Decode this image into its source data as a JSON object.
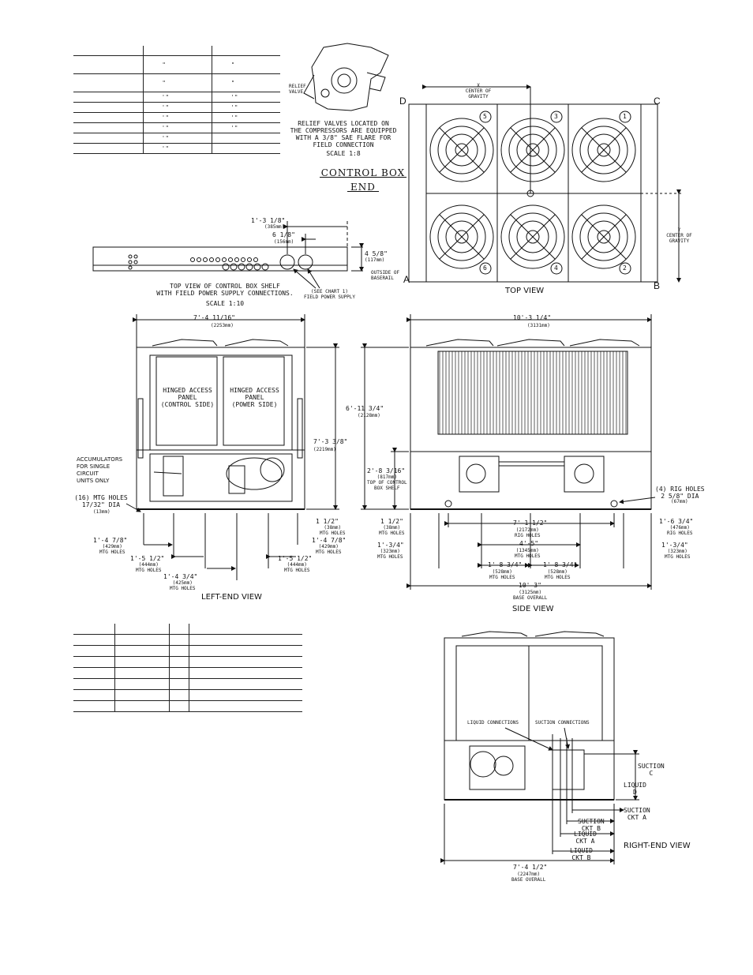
{
  "relief": {
    "valve_label": "RELIEF\nVALVE",
    "note": "RELIEF VALVES LOCATED ON\nTHE COMPRESSORS ARE EQUIPPED\nWITH A 3/8\" SAE FLARE FOR\nFIELD CONNECTION",
    "scale": "SCALE 1:8"
  },
  "control_box_end": {
    "line1": "CONTROL BOX",
    "line2": "END"
  },
  "top_view": {
    "title": "TOP VIEW",
    "corner_a": "A",
    "corner_b": "B",
    "corner_c": "C",
    "corner_d": "D",
    "x_label": "X\nCENTER OF\nGRAVITY",
    "y_label": "Y\nCENTER OF\nGRAVITY",
    "fan_numbers": [
      "5",
      "3",
      "1",
      "6",
      "4",
      "2"
    ]
  },
  "shelf": {
    "dim1": "1'-3 1/8\"",
    "dim1_mm": "(385mm)",
    "dim2": "6 1/8\"",
    "dim2_mm": "(156mm)",
    "dim3": "4 5/8\"",
    "dim3_mm": "(117mm)",
    "outside_baserail": "OUTSIDE OF\nBASERAIL",
    "caption": "TOP VIEW OF CONTROL BOX SHELF\nWITH FIELD POWER SUPPLY CONNECTIONS.",
    "scale": "SCALE 1:10",
    "see_chart": "(SEE CHART 1)\nFIELD POWER SUPPLY"
  },
  "left_end": {
    "title": "LEFT-END VIEW",
    "width": "7'-4 11/16\"",
    "width_mm": "(2253mm)",
    "height": "7'-3 3/8\"",
    "height_mm": "(2219mm)",
    "panel_control": "HINGED ACCESS\nPANEL\n(CONTROL SIDE)",
    "panel_power": "HINGED ACCESS\nPANEL\n(POWER SIDE)",
    "accumulators": "ACCUMULATORS\nFOR SINGLE\nCIRCUIT\nUNITS ONLY",
    "mtg_holes": "(16) MTG HOLES\n17/32\" DIA",
    "mtg_holes_mm": "(13mm)",
    "d_a": "1'-4 7/8\"",
    "d_a_mm": "(429mm)\nMTG HOLES",
    "d_b": "1'-5 1/2\"",
    "d_b_mm": "(444mm)\nMTG HOLES",
    "d_c": "1'-4 3/4\"",
    "d_c_mm": "(425mm)\nMTG HOLES",
    "d_d": "1'-5 1/2\"",
    "d_d_mm": "(444mm)\nMTG HOLES",
    "d_e": "1'-4 7/8\"",
    "d_e_mm": "(429mm)\nMTG HOLES",
    "d_f": "1 1/2\"",
    "d_f_mm": "(38mm)\nMTG HOLES"
  },
  "side_view": {
    "title": "SIDE VIEW",
    "width": "10'-3 1/4\"",
    "width_mm": "(3131mm)",
    "height": "6'-11 3/4\"",
    "height_mm": "(2128mm)",
    "shelf_h": "2'-8 3/16\"",
    "shelf_h_mm": "(817mm)\nTOP OF CONTROL\nBOX SHELF",
    "rig_holes": "(4) RIG HOLES\n2 5/8\" DIA",
    "rig_holes_mm": "(67mm)",
    "s1": "1 1/2\"",
    "s1_mm": "(38mm)\nMTG HOLES",
    "s2": "1'-3/4\"",
    "s2_mm": "(323mm)\nMTG HOLES",
    "s3": "7'-1 1/2\"",
    "s3_mm": "(2172mm)\nRIG HOLES",
    "s4": "4'-5\"",
    "s4_mm": "(1345mm)\nMTG HOLES",
    "s5": "1'-8 3/4\"",
    "s5_mm": "(528mm)\nMTG HOLES",
    "s6": "1'-8 3/4\"",
    "s6_mm": "(528mm)\nMTG HOLES",
    "s7": "1'-6 3/4\"",
    "s7_mm": "(476mm)\nRIG HOLES",
    "s8": "1'-3/4\"",
    "s8_mm": "(323mm)\nMTG HOLES",
    "base": "10'-3\"",
    "base_mm": "(3125mm)\nBASE OVERALL"
  },
  "right_end": {
    "title": "RIGHT-END VIEW",
    "liquid_conn": "LIQUID CONNECTIONS",
    "suction_conn": "SUCTION CONNECTIONS",
    "suction_c": "SUCTION\nC",
    "liquid_d": "LIQUID\nD",
    "suction_b": "SUCTION\nCKT B",
    "suction_a": "SUCTION\nCKT A",
    "liquid_a": "LIQUID\nCKT A",
    "liquid_b": "LIQUID\nCKT B",
    "base": "7'-4 1/2\"",
    "base_mm": "(2247mm)\nBASE OVERALL"
  },
  "upper_table": {
    "rows": [
      "\"",
      "\"",
      "' \"",
      "' \"",
      "' \"",
      "' \"",
      "' \"",
      "' \""
    ]
  }
}
